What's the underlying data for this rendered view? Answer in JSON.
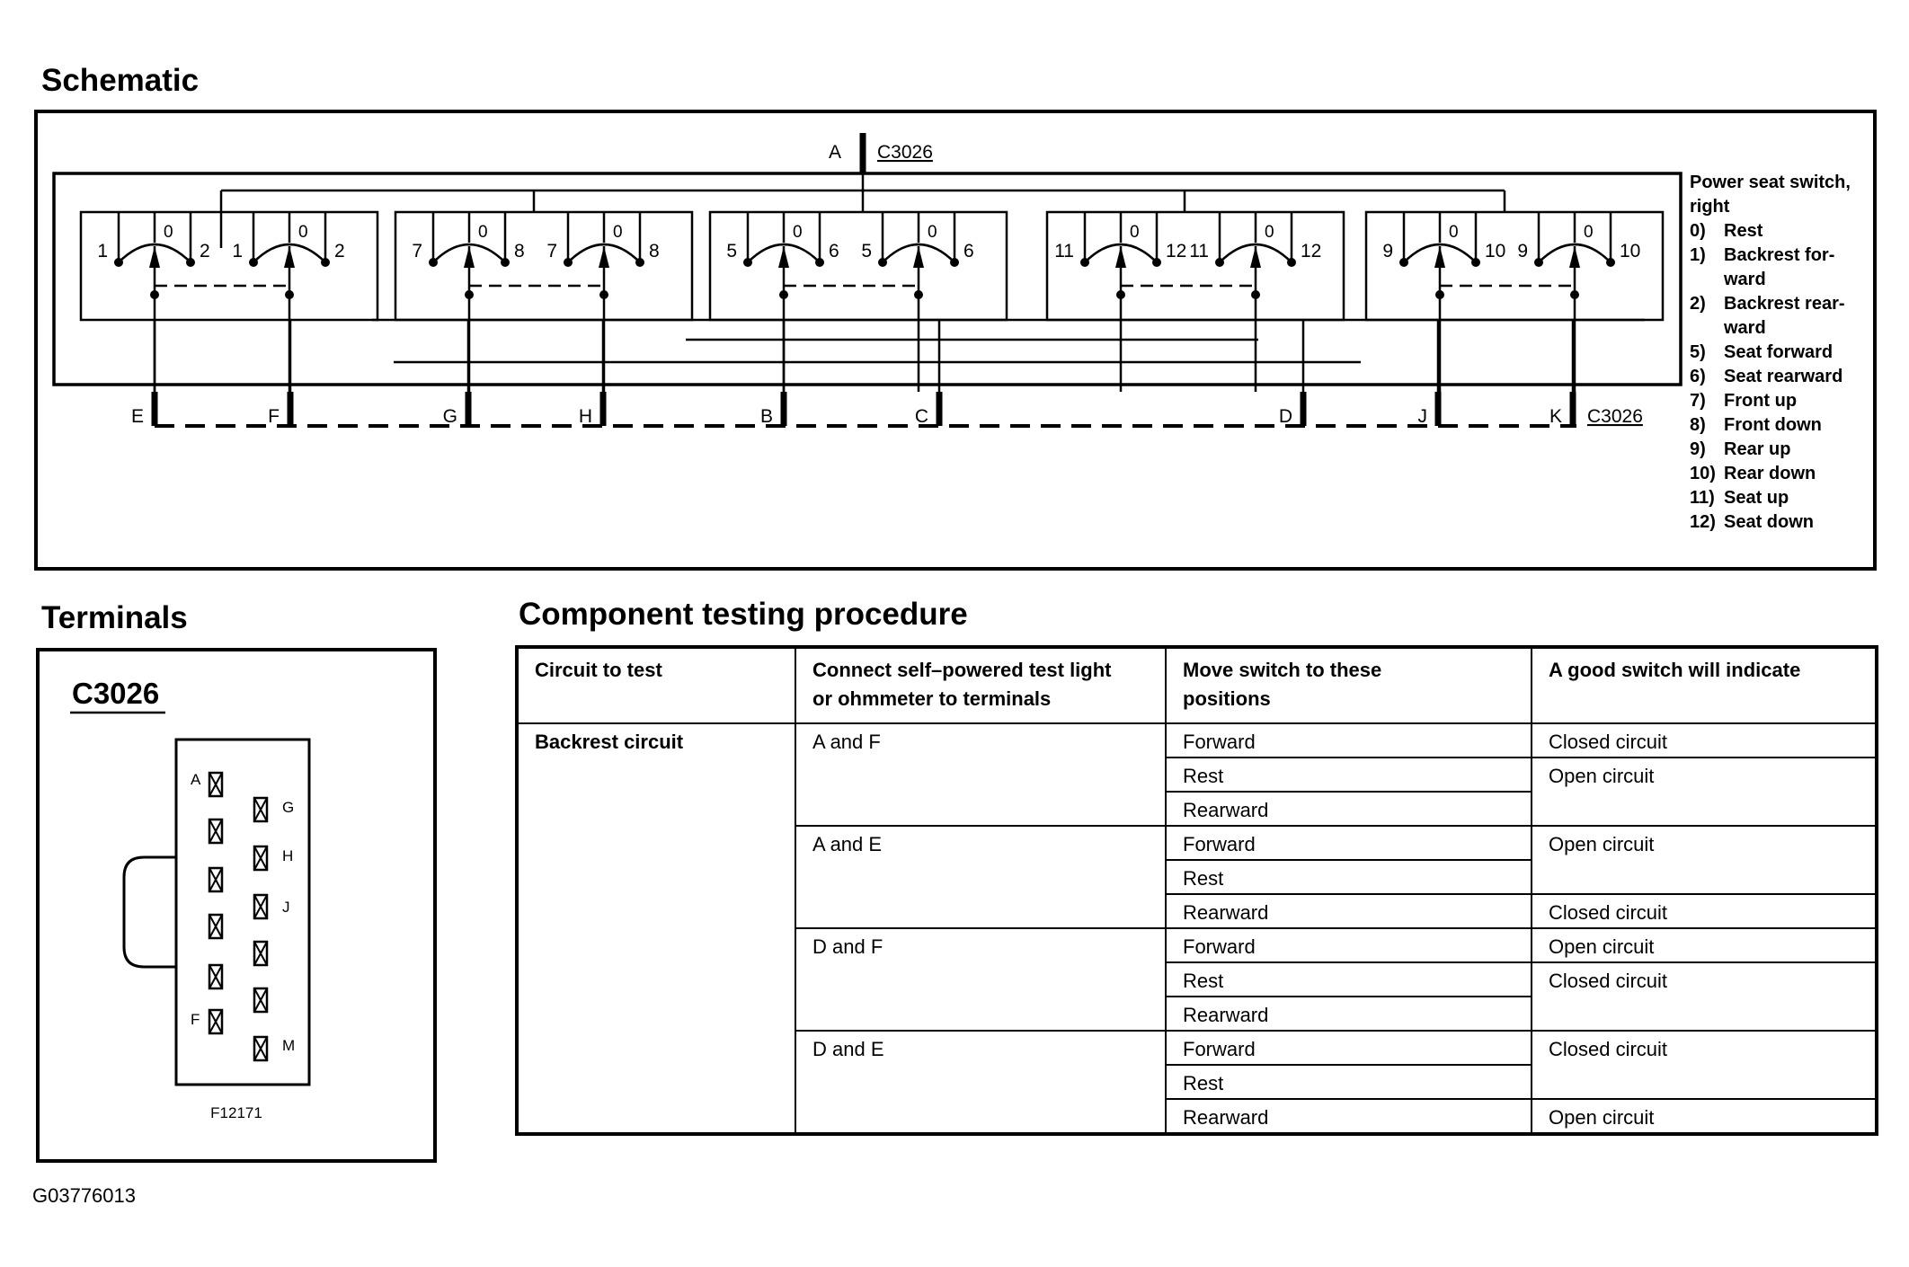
{
  "headings": {
    "schematic": "Schematic",
    "terminals": "Terminals",
    "procedure": "Component testing procedure"
  },
  "schematic": {
    "top_pin": "A",
    "top_connector": "C3026",
    "bottom_connector": "C3026",
    "bottom_pins": [
      "E",
      "F",
      "G",
      "H",
      "B",
      "C",
      "D",
      "J",
      "K"
    ],
    "switch_groups": [
      {
        "contacts": [
          "1",
          "0",
          "2",
          "1",
          "0",
          "2"
        ]
      },
      {
        "contacts": [
          "7",
          "0",
          "8",
          "7",
          "0",
          "8"
        ]
      },
      {
        "contacts": [
          "5",
          "0",
          "6",
          "5",
          "0",
          "6"
        ]
      },
      {
        "contacts": [
          "11",
          "0",
          "12",
          "11",
          "0",
          "12"
        ]
      },
      {
        "contacts": [
          "9",
          "0",
          "10",
          "9",
          "0",
          "10"
        ]
      }
    ]
  },
  "legend": {
    "title_line1": "Power seat switch,",
    "title_line2": "right",
    "items": [
      {
        "num": "0)",
        "line1": "Rest",
        "line2": ""
      },
      {
        "num": "1)",
        "line1": "Backrest for-",
        "line2": "ward"
      },
      {
        "num": "2)",
        "line1": "Backrest rear-",
        "line2": "ward"
      },
      {
        "num": "5)",
        "line1": "Seat forward",
        "line2": ""
      },
      {
        "num": "6)",
        "line1": "Seat rearward",
        "line2": ""
      },
      {
        "num": "7)",
        "line1": "Front up",
        "line2": ""
      },
      {
        "num": "8)",
        "line1": "Front down",
        "line2": ""
      },
      {
        "num": "9)",
        "line1": "Rear up",
        "line2": ""
      },
      {
        "num": "10)",
        "line1": "Rear down",
        "line2": ""
      },
      {
        "num": "11)",
        "line1": "Seat up",
        "line2": ""
      },
      {
        "num": "12)",
        "line1": "Seat down",
        "line2": ""
      }
    ]
  },
  "terminals": {
    "connector": "C3026",
    "left_labels": [
      "A",
      "F"
    ],
    "right_labels": [
      "G",
      "H",
      "J",
      "M"
    ],
    "figure_code": "F12171"
  },
  "procedure": {
    "headers": [
      "Circuit to test",
      "Connect self–powered test light",
      "or ohmmeter to terminals",
      "Move switch to these",
      "positions",
      "A good switch will indicate"
    ],
    "circuit": "Backrest circuit",
    "groups": [
      {
        "terminals": "A and F",
        "positions": [
          "Forward",
          "Rest",
          "Rearward"
        ],
        "results": [
          "Closed circuit",
          "Open circuit"
        ]
      },
      {
        "terminals": "A and E",
        "positions": [
          "Forward",
          "Rest",
          "Rearward"
        ],
        "results": [
          "Open circuit",
          "Closed circuit"
        ]
      },
      {
        "terminals": "D and F",
        "positions": [
          "Forward",
          "Rest",
          "Rearward"
        ],
        "results": [
          "Open circuit",
          "Closed circuit"
        ]
      },
      {
        "terminals": "D and E",
        "positions": [
          "Forward",
          "Rest",
          "Rearward"
        ],
        "results": [
          "Closed circuit",
          "Open circuit"
        ]
      }
    ]
  },
  "figure_id": "G03776013"
}
